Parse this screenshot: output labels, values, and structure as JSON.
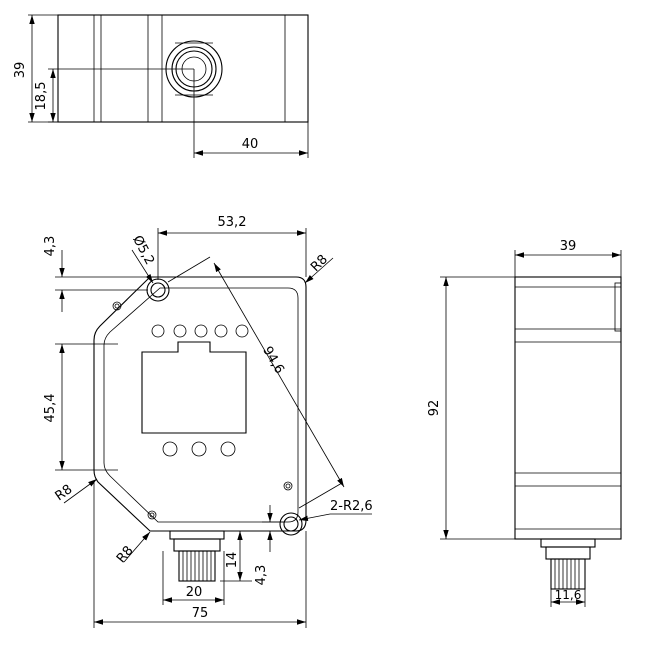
{
  "top_view": {
    "dims": {
      "height": "39",
      "center_height": "18,5",
      "width": "40"
    }
  },
  "front_view": {
    "dims": {
      "top_width": "53,2",
      "top_offset": "4,3",
      "hole_diameter": "Ø5,2",
      "corner_radius": "R8",
      "diagonal": "94,6",
      "height": "45,4",
      "mount_holes": "2-R2,6",
      "connector_width": "20",
      "connector_height": "14",
      "bottom_offset": "4,3",
      "total_width": "75"
    }
  },
  "side_view": {
    "dims": {
      "width": "39",
      "height": "92",
      "connector": "11,6"
    }
  }
}
